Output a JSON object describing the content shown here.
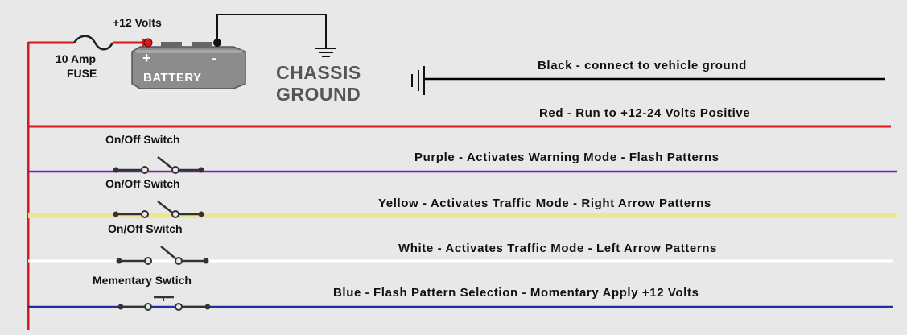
{
  "power": {
    "voltage_label": "+12 Volts",
    "fuse_label_line1": "10 Amp",
    "fuse_label_line2": "FUSE",
    "battery_label": "BATTERY",
    "battery_plus": "+",
    "battery_minus": "-"
  },
  "ground": {
    "line1": "CHASSIS",
    "line2": "GROUND"
  },
  "wires": [
    {
      "key": "black",
      "label": "Black - connect to vehicle ground",
      "color": "#000000"
    },
    {
      "key": "red",
      "label": "Red - Run to +12-24 Volts Positive",
      "color": "#d7191c"
    },
    {
      "key": "purple",
      "label": "Purple - Activates Warning Mode - Flash Patterns",
      "color": "#7a1fb0",
      "switch_label": "On/Off Switch"
    },
    {
      "key": "yellow",
      "label": "Yellow - Activates Traffic Mode - Right Arrow Patterns",
      "color": "#efe690",
      "switch_label": "On/Off Switch"
    },
    {
      "key": "white",
      "label": "White - Activates Traffic Mode - Left Arrow Patterns",
      "color": "#ffffff",
      "switch_label": "On/Off Switch"
    },
    {
      "key": "blue",
      "label": "Blue - Flash Pattern Selection - Momentary Apply +12 Volts",
      "color": "#1f2fa8",
      "switch_label": "Mementary Swtich"
    }
  ],
  "colors": {
    "background": "#e8e8e8",
    "battery_body": "#8c8c8c",
    "feed_wire": "#d7191c"
  }
}
